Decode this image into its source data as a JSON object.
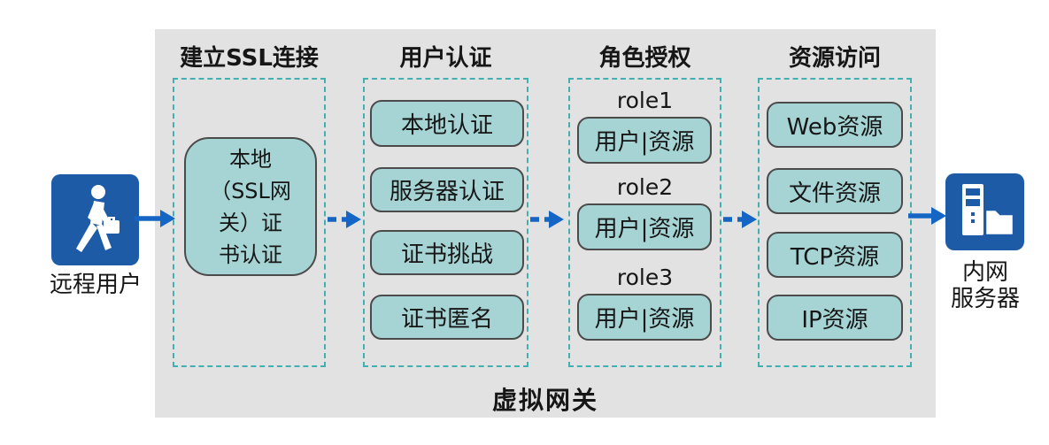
{
  "diagram": {
    "gateway_label": "虚拟网关",
    "left_endpoint": {
      "icon": "user-walking-icon",
      "label": "远程用户"
    },
    "right_endpoint": {
      "icon": "server-folder-icon",
      "label": "内网\n服务器"
    },
    "columns": [
      {
        "header": "建立SSL连接",
        "big_box": "本地\n（SSL网\n关）证\n书认证"
      },
      {
        "header": "用户认证",
        "boxes": [
          "本地认证",
          "服务器认证",
          "证书挑战",
          "证书匿名"
        ]
      },
      {
        "header": "角色授权",
        "roles": [
          {
            "name": "role1",
            "box": "用户|资源"
          },
          {
            "name": "role2",
            "box": "用户|资源"
          },
          {
            "name": "role3",
            "box": "用户|资源"
          }
        ]
      },
      {
        "header": "资源访问",
        "boxes": [
          "Web资源",
          "文件资源",
          "TCP资源",
          "IP资源"
        ]
      }
    ],
    "arrows": {
      "flow": [
        "solid",
        "dashed",
        "dashed",
        "dashed",
        "solid"
      ]
    },
    "colors": {
      "panel_gray": "#e2e2e2",
      "box_fill": "#a6d4d5",
      "box_border": "#4b4b4b",
      "dashed_teal": "#42b0b0",
      "arrow_blue": "#1566c4",
      "icon_blue": "#1e5ba7",
      "text": "#161616"
    }
  }
}
